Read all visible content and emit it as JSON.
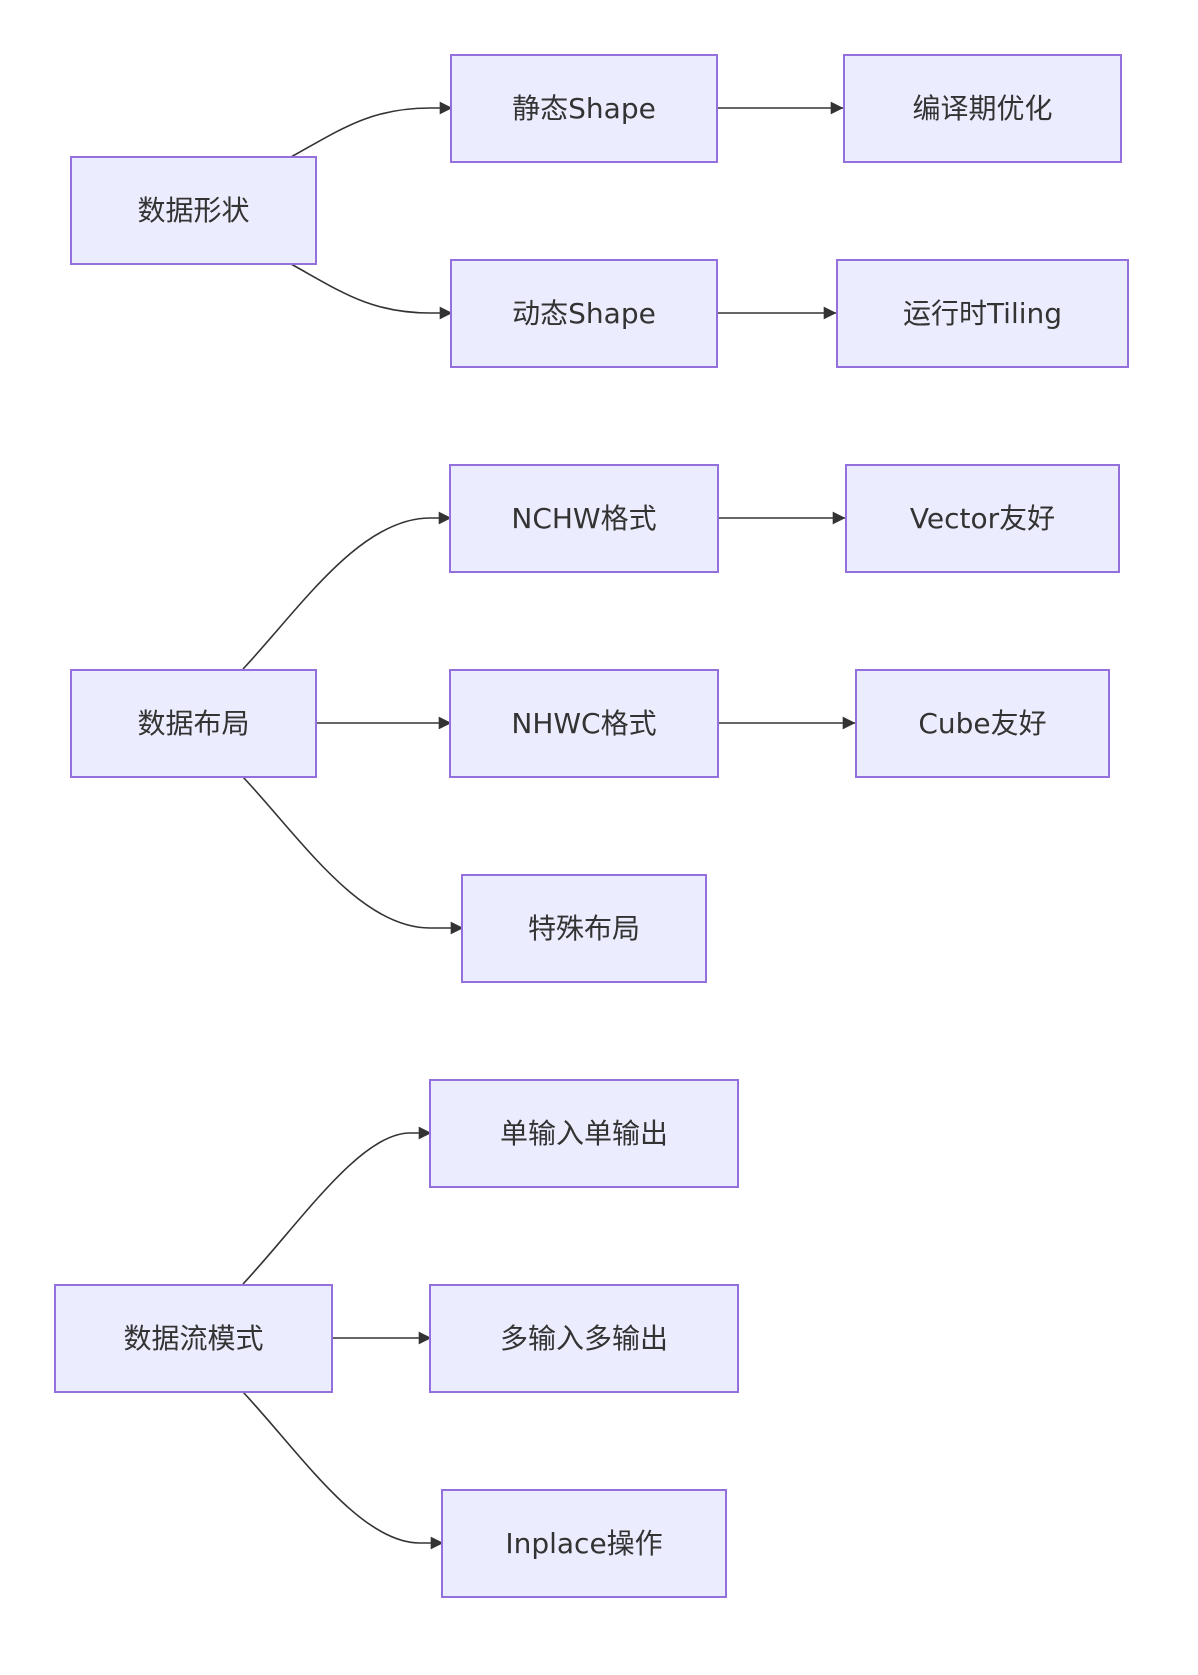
{
  "diagram": {
    "nodes": {
      "shape": "数据形状",
      "static": "静态Shape",
      "compile": "编译期优化",
      "dynamic": "动态Shape",
      "tiling": "运行时Tiling",
      "layout": "数据布局",
      "nchw": "NCHW格式",
      "vector": "Vector友好",
      "nhwc": "NHWC格式",
      "cube": "Cube友好",
      "special": "特殊布局",
      "flow": "数据流模式",
      "siso": "单输入单输出",
      "mimo": "多输入多输出",
      "inplace": "Inplace操作"
    },
    "colors": {
      "node_fill": "#ECECFF",
      "node_stroke": "#9370DB",
      "edge": "#333333",
      "text": "#333333"
    }
  }
}
